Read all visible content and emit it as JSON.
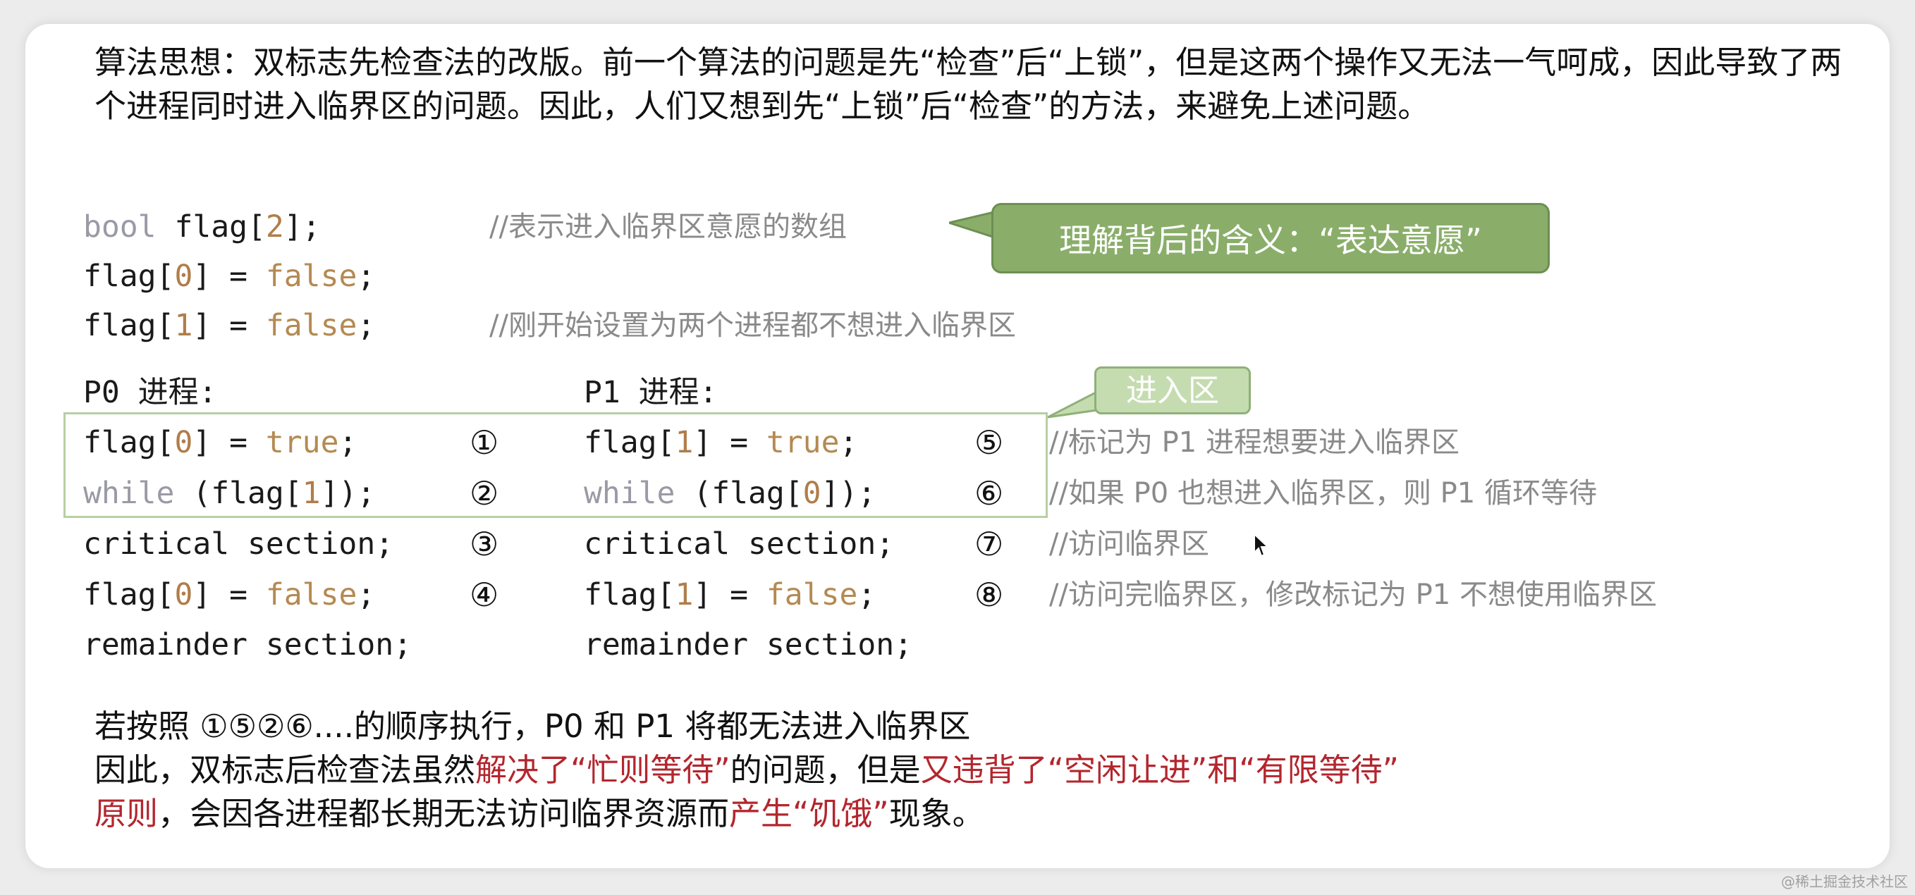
{
  "intro": "算法思想：双标志先检查法的改版。前一个算法的问题是先“检查”后“上锁”，但是这两个操作又无法一气呵成，因此导致了两个进程同时进入临界区的问题。因此，人们又想到先“上锁”后“检查”的方法，来避免上述问题。",
  "decl": {
    "line1": {
      "kw": "bool",
      "rest_a": " flag[",
      "num": "2",
      "rest_b": "];"
    },
    "line2": {
      "pre": "flag[",
      "num": "0",
      "mid": "] = ",
      "lit": "false",
      "end": ";"
    },
    "line3": {
      "pre": "flag[",
      "num": "1",
      "mid": "] = ",
      "lit": "false",
      "end": ";"
    },
    "comment1": "//表示进入临界区意愿的数组",
    "comment3": "//刚开始设置为两个进程都不想进入临界区"
  },
  "callout": "理解背后的含义：“表达意愿”",
  "entry_label": "进入区",
  "p0": {
    "header": "P0 进程:",
    "l1": {
      "pre": "flag[",
      "num": "0",
      "mid": "] = ",
      "lit": "true",
      "end": ";"
    },
    "l2": {
      "kw": "while",
      "pre": " (flag[",
      "num": "1",
      "end": "]);"
    },
    "l3": "critical section;",
    "l4": {
      "pre": "flag[",
      "num": "0",
      "mid": "] = ",
      "lit": "false",
      "end": ";"
    },
    "l5": "remainder section;",
    "marks": [
      "①",
      "②",
      "③",
      "④"
    ]
  },
  "p1": {
    "header": "P1 进程:",
    "l1": {
      "pre": "flag[",
      "num": "1",
      "mid": "] = ",
      "lit": "true",
      "end": ";"
    },
    "l2": {
      "kw": "while",
      "pre": " (flag[",
      "num": "0",
      "end": "]);"
    },
    "l3": "critical section;",
    "l4": {
      "pre": "flag[",
      "num": "1",
      "mid": "] = ",
      "lit": "false",
      "end": ";"
    },
    "l5": "remainder section;",
    "marks": [
      "⑤",
      "⑥",
      "⑦",
      "⑧"
    ]
  },
  "comments": [
    "//标记为 P1 进程想要进入临界区",
    "//如果 P0 也想进入临界区，则 P1 循环等待",
    "//访问临界区",
    "//访问完临界区，修改标记为 P1 不想使用临界区"
  ],
  "summary": {
    "line1": "若按照 ①⑤②⑥....的顺序执行，P0 和 P1 将都无法进入临界区",
    "line2_a": "因此，双标志后检查法虽然",
    "line2_red1": "解决了“忙则等待”",
    "line2_b": "的问题，但是",
    "line2_red2": "又违背了“空闲让进”和“有限等待”",
    "line3_red1": "原则",
    "line3_a": "，会因各进程都长期无法访问临界资源而",
    "line3_red2": "产生“饥饿”",
    "line3_b": "现象。"
  },
  "watermark": "@稀土掘金技术社区",
  "colors": {
    "callout_green": "#8aae6a",
    "entry_green": "#c5dcb0",
    "emphasis_red": "#b3262e",
    "keyword_gray": "#9a9aa6",
    "literal_tan": "#b48a52"
  }
}
